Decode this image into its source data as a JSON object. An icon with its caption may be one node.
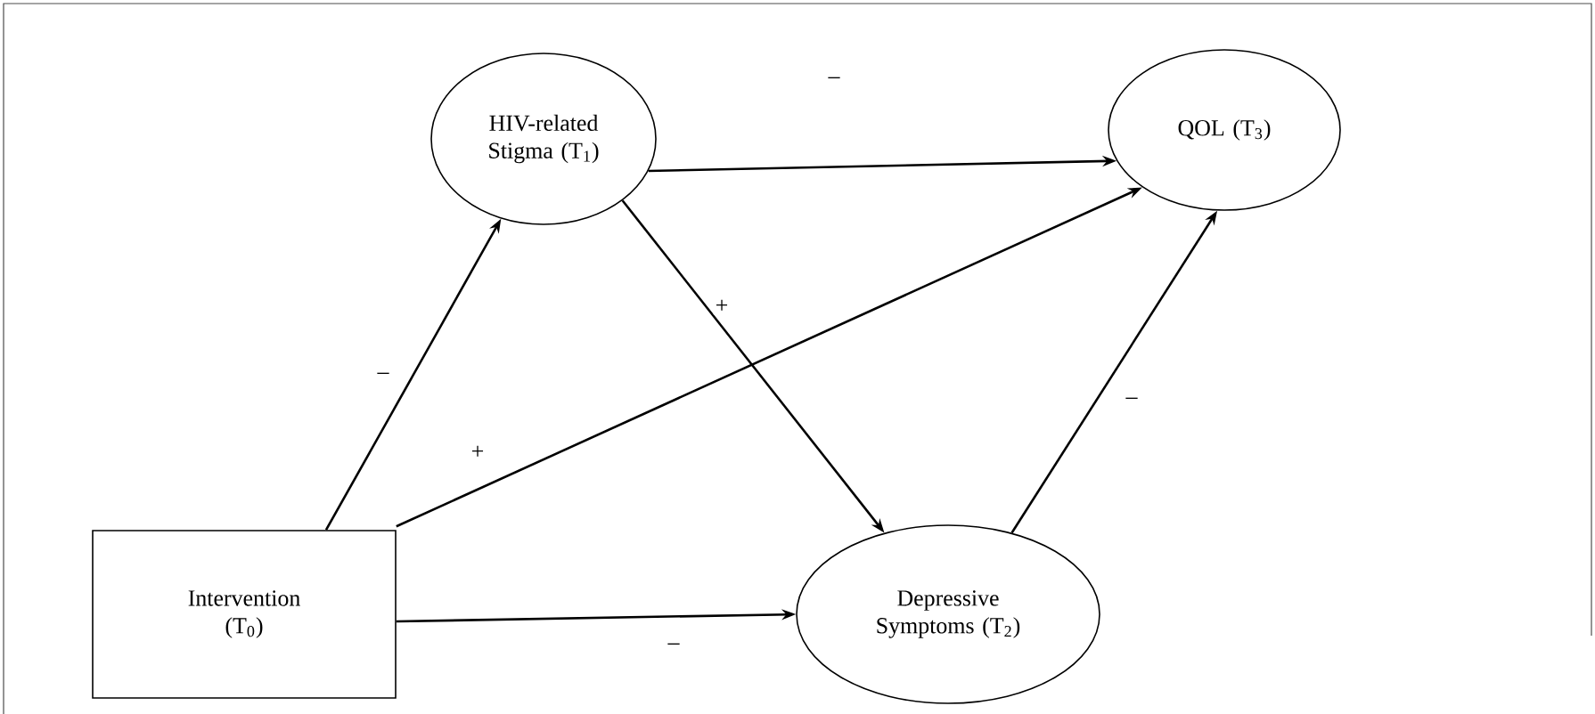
{
  "diagram": {
    "nodes": [
      {
        "text": [
          "HIV-related Stigma (T$_{1}$)"
        ]
      },
      {
        "text": [
          "QOL (T$_{3}$)"
        ]
      },
      {
        "text": [
          "Intervention (T$_{0}$)"
        ]
      },
      {
        "text": [
          "Depressive Symptoms (T$_{2}$)"
        ]
      }
    ],
    "edges": [
      {
        "from": 0,
        "to": 1,
        "arrow": "to",
        "label": "–"
      },
      {
        "from": 0,
        "to": 3,
        "arrow": "to",
        "label": "+"
      },
      {
        "from": 2,
        "to": 0,
        "arrow": "to",
        "label": "–"
      },
      {
        "from": 2,
        "to": 1,
        "arrow": "to",
        "label": "+"
      },
      {
        "from": 2,
        "to": 3,
        "arrow": "to",
        "label": "–"
      },
      {
        "from": 3,
        "to": 1,
        "arrow": "to",
        "label": "–"
      }
    ]
  }
}
